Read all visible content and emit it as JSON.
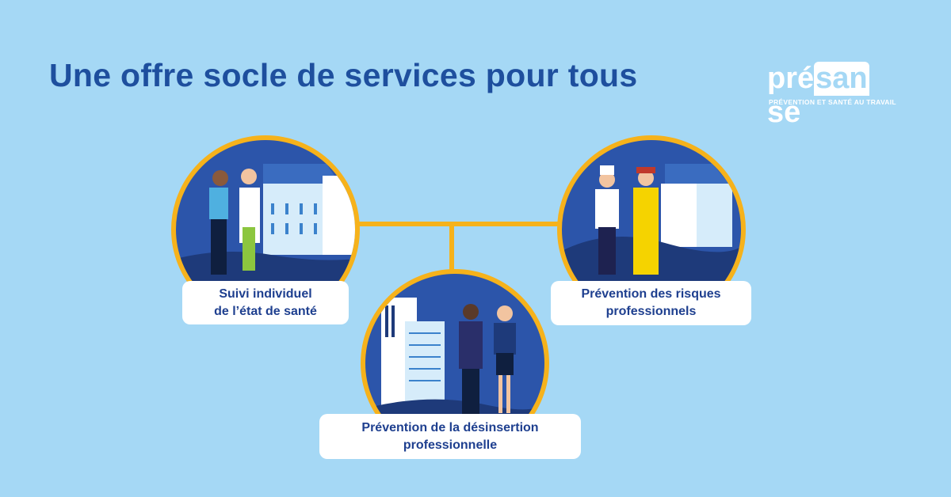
{
  "title": "Une offre socle de services pour tous",
  "logo": {
    "word_pre": "pré",
    "word_mid": "san",
    "word_post": "se",
    "tagline": "PRÉVENTION ET SANTÉ AU TRAVAIL"
  },
  "services": [
    {
      "line1": "Suivi individuel",
      "line2": "de l’état de santé",
      "illustration": "patient-doctor-icon"
    },
    {
      "line1": "Prévention de la désinsertion",
      "line2": "professionnelle",
      "illustration": "office-workers-icon"
    },
    {
      "line1": "Prévention des risques",
      "line2": "professionnels",
      "illustration": "chef-firefighter-icon"
    }
  ],
  "colors": {
    "background": "#a5d8f5",
    "title": "#1e4f9e",
    "accent": "#f6b21b",
    "circle": "#2c55aa",
    "ground": "#1e3a7a"
  }
}
